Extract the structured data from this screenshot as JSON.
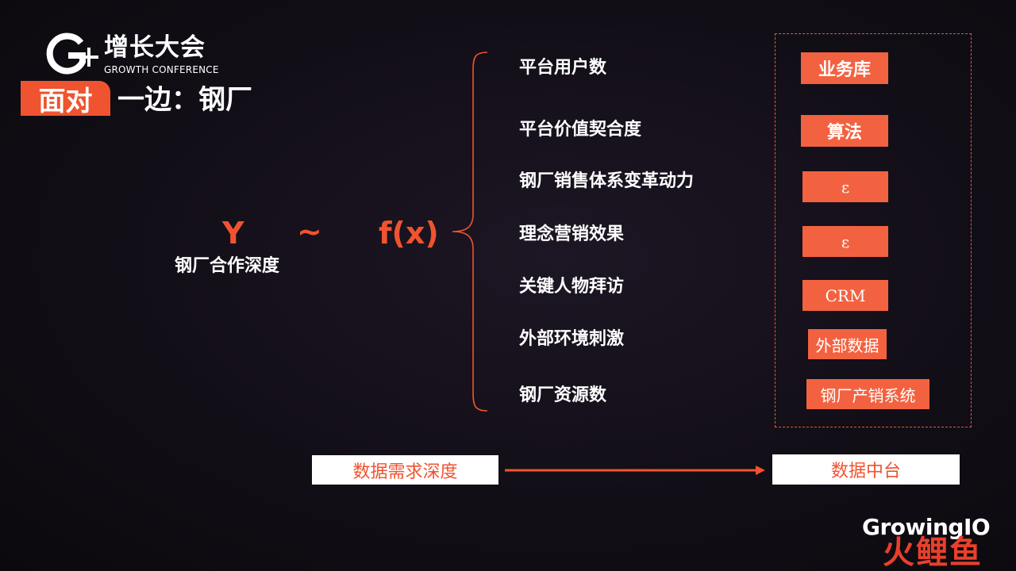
{
  "logo": {
    "cn": "增长大会",
    "en": "GROWTH CONFERENCE",
    "mark_icon": "g-plus-logo-icon"
  },
  "title": {
    "tag": "面对",
    "rest": "一边：钢厂"
  },
  "formula": {
    "y": "Y",
    "tilde": "~",
    "fx": "f(x)",
    "subtitle": "钢厂合作深度"
  },
  "factors": [
    "平台用户数",
    "平台价值契合度",
    "钢厂销售体系变革动力",
    "理念营销效果",
    "关键人物拜访",
    "外部环境刺激",
    "钢厂资源数"
  ],
  "sources": [
    "业务库",
    "算法",
    "ε",
    "ε",
    "CRM",
    "外部数据",
    "钢厂产销系统"
  ],
  "flow": {
    "from": "数据需求深度",
    "to": "数据中台"
  },
  "branding": {
    "en": "GrowingIO",
    "cn": "火鲤鱼"
  },
  "colors": {
    "accent": "#f0532f",
    "tag_fill": "#f36240",
    "background": "#120e17"
  }
}
